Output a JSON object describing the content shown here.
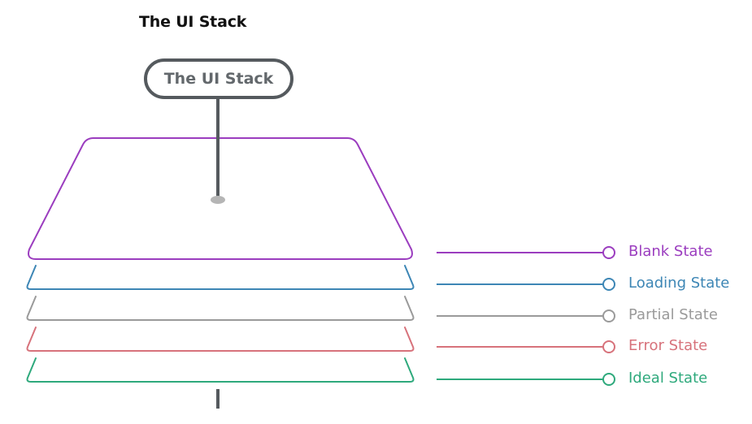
{
  "title": "The UI Stack",
  "stack_label": "The UI Stack",
  "layers": [
    {
      "id": "blank",
      "label": "Blank State",
      "color": "#9b3dbf"
    },
    {
      "id": "loading",
      "label": "Loading State",
      "color": "#3d86b5"
    },
    {
      "id": "partial",
      "label": "Partial State",
      "color": "#9a9a9a"
    },
    {
      "id": "error",
      "label": "Error State",
      "color": "#d7727b"
    },
    {
      "id": "ideal",
      "label": "Ideal State",
      "color": "#2ea97c"
    }
  ],
  "connector_color": "#555a5e",
  "anchor_color": "#b5b5b5"
}
